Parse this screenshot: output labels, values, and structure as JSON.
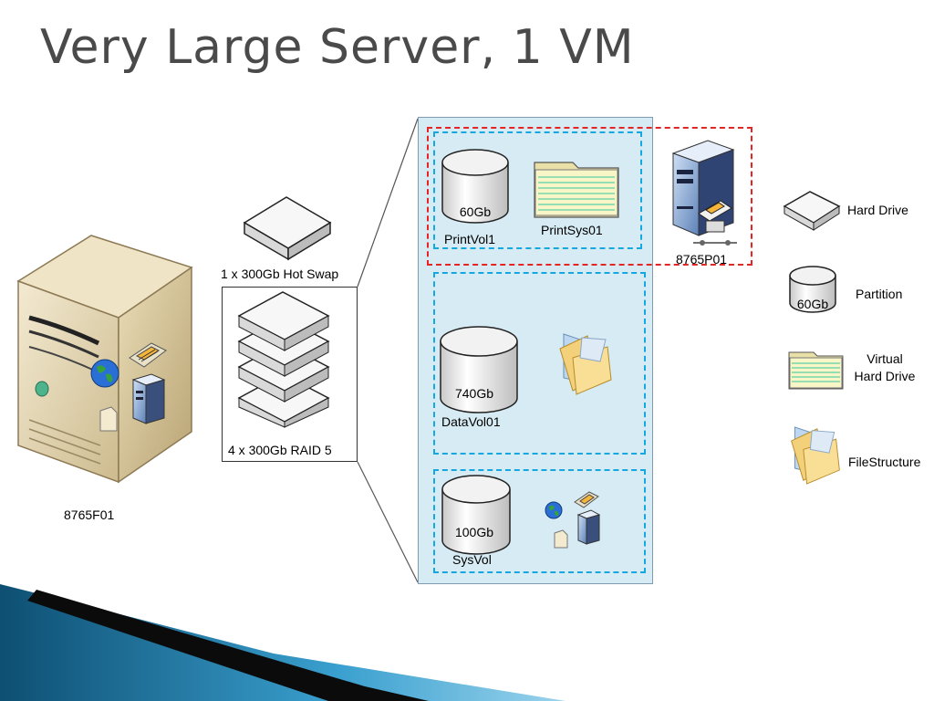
{
  "title": "Very Large Server, 1 VM",
  "server": {
    "name": "8765F01"
  },
  "storage": {
    "hot_swap_label": "1 x 300Gb Hot Swap",
    "raid_label": "4 x 300Gb RAID 5"
  },
  "volumes": [
    {
      "size": "60Gb",
      "name": "PrintVol1"
    },
    {
      "size": "740Gb",
      "name": "DataVol01"
    },
    {
      "size": "100Gb",
      "name": "SysVol"
    }
  ],
  "virtual_disk": {
    "name": "PrintSys01"
  },
  "vm": {
    "name": "8765P01"
  },
  "legend": {
    "hard_drive": "Hard Drive",
    "partition_size": "60Gb",
    "partition": "Partition",
    "virtual_hard_drive_line1": "Virtual",
    "virtual_hard_drive_line2": "Hard Drive",
    "file_structure": "FileStructure"
  },
  "colors": {
    "title": "#4a4a4a",
    "panel_background": "#d6ebf3",
    "partition_group_border": "#15a8e0",
    "vm_boundary": "#e52424",
    "footer_swoosh": "#1f6f99"
  }
}
